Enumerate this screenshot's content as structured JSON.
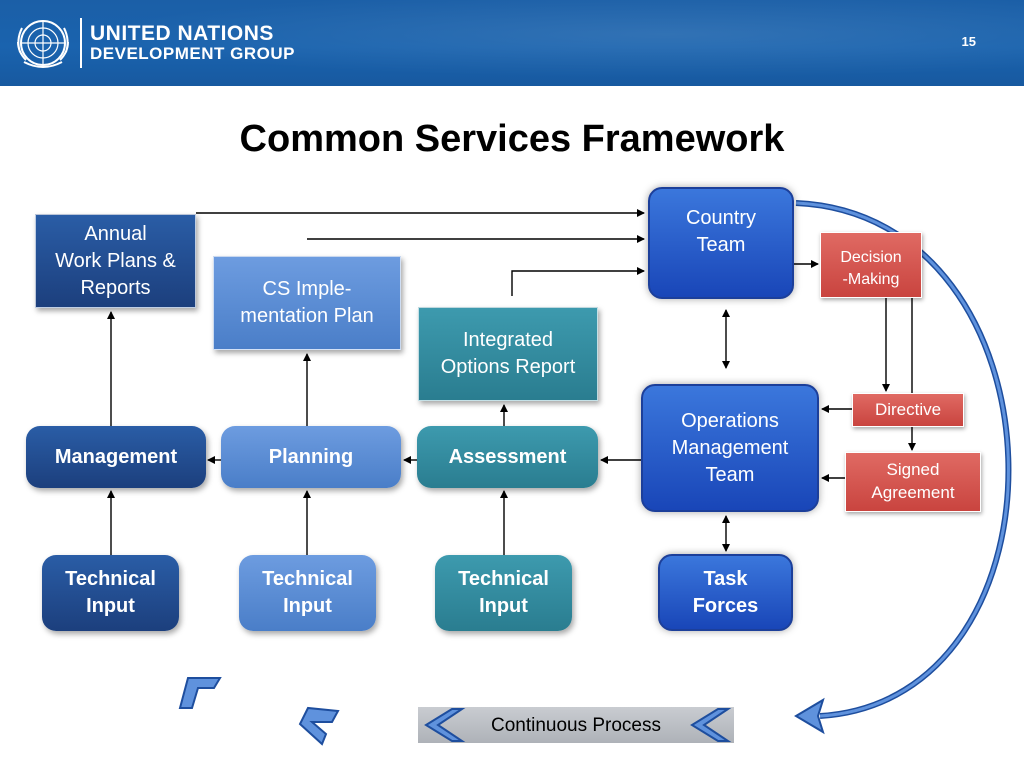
{
  "header": {
    "org_line1": "UNITED NATIONS",
    "org_line2": "DEVELOPMENT GROUP",
    "page_number": "15"
  },
  "title": "Common Services Framework",
  "boxes": {
    "annual": {
      "line1": "Annual",
      "line2": "Work Plans &",
      "line3": "Reports"
    },
    "cs_impl": {
      "line1": "CS  Imple-",
      "line2": "mentation Plan"
    },
    "integrated": {
      "line1": "Integrated",
      "line2": "Options Report"
    },
    "country_team": {
      "line1": "Country",
      "line2": "Team"
    },
    "decision": {
      "line1": "Decision",
      "line2": "-Making"
    },
    "operations": {
      "line1": "Operations",
      "line2": "Management",
      "line3": "Team"
    },
    "directive": "Directive",
    "signed": {
      "line1": "Signed",
      "line2": "Agreement"
    },
    "management": "Management",
    "planning": "Planning",
    "assessment": "Assessment",
    "tech1": {
      "line1": "Technical",
      "line2": "Input"
    },
    "tech2": {
      "line1": "Technical",
      "line2": "Input"
    },
    "tech3": {
      "line1": "Technical",
      "line2": "Input"
    },
    "task_forces": {
      "line1": "Task",
      "line2": "Forces"
    }
  },
  "continuous_process": "Continuous Process",
  "colors": {
    "header_blue": "#1b5fa7",
    "navy": "#1c3f7d",
    "mid_blue": "#4a7ec8",
    "teal": "#2a7d90",
    "bright_blue": "#1946b8",
    "red": "#c9443f",
    "arc_blue": "#3b6fc4"
  }
}
